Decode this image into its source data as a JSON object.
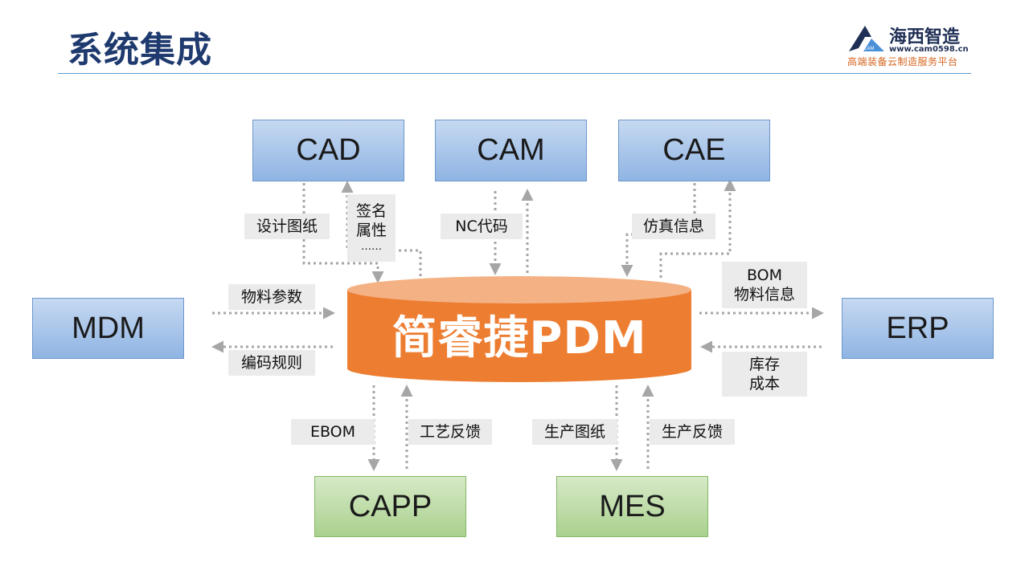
{
  "page": {
    "title": "系统集成"
  },
  "logo": {
    "name": "海西智造",
    "url": "www.cam0598.cn",
    "slogan": "高端装备云制造服务平台",
    "mark_text": "CAM"
  },
  "systems": {
    "cad": "CAD",
    "cam": "CAM",
    "cae": "CAE",
    "mdm": "MDM",
    "erp": "ERP",
    "capp": "CAPP",
    "mes": "MES",
    "pdm": "简睿捷PDM"
  },
  "flows": {
    "cad_drawing": "设计图纸",
    "signature_line1": "签名",
    "signature_line2": "属性",
    "signature_line3": "……",
    "nc_code": "NC代码",
    "simulation": "仿真信息",
    "material_params": "物料参数",
    "coding_rules": "编码规则",
    "bom_line1": "BOM",
    "bom_line2": "物料信息",
    "inventory_line1": "库存",
    "inventory_line2": "成本",
    "ebom": "EBOM",
    "process_feedback": "工艺反馈",
    "production_drawing": "生产图纸",
    "production_feedback": "生产反馈"
  },
  "colors": {
    "title": "#1f3a6e",
    "rule": "#5b9bd5",
    "blue_box": "#8fb4e3",
    "green_box": "#a9d18e",
    "cylinder_body": "#ed7d31",
    "cylinder_top": "#f4b183",
    "arrow": "#a6a6a6",
    "tag_bg": "#ebebeb",
    "slogan": "#d5641e"
  }
}
